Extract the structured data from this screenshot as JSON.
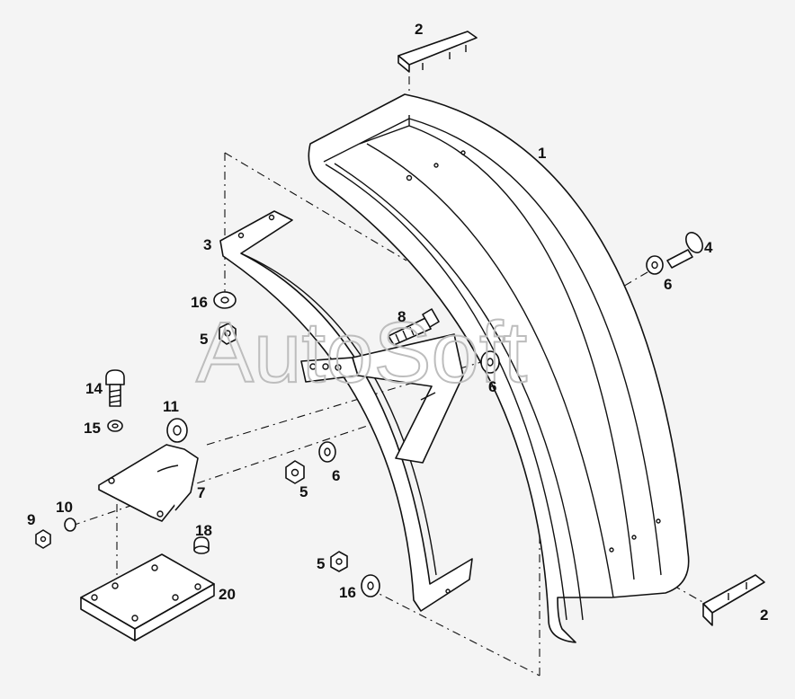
{
  "watermark": "AutoSoft",
  "callouts": {
    "c1": "1",
    "c2_top": "2",
    "c2_bottom": "2",
    "c3": "3",
    "c4": "4",
    "c5_upper": "5",
    "c5_mid": "5",
    "c5_lower": "5",
    "c6_right": "6",
    "c6_upper": "6",
    "c6_mid": "6",
    "c7": "7",
    "c8": "8",
    "c9": "9",
    "c10": "10",
    "c11": "11",
    "c14": "14",
    "c15": "15",
    "c16_upper": "16",
    "c16_lower": "16",
    "c18": "18",
    "c20": "20"
  }
}
